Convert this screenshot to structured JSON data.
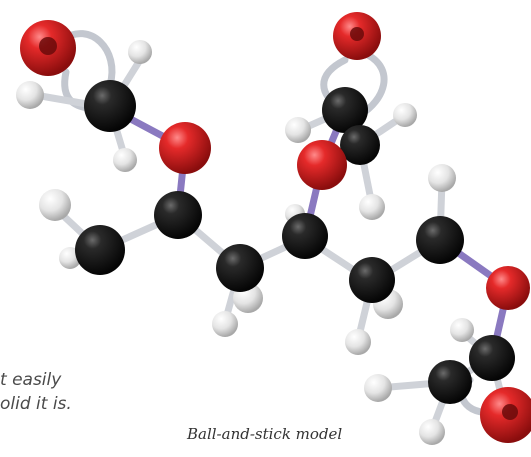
{
  "caption": "Ball-and-stick model",
  "side_text": {
    "line1": "t easily",
    "line2": "olid it is."
  },
  "colors": {
    "carbon": "#111111",
    "oxygen": "#d81e1e",
    "hydrogen": "#e6e6e6",
    "bond": "#c9ccd2",
    "bond_accent": "#8a79c0",
    "text": "#4a4a4a"
  }
}
